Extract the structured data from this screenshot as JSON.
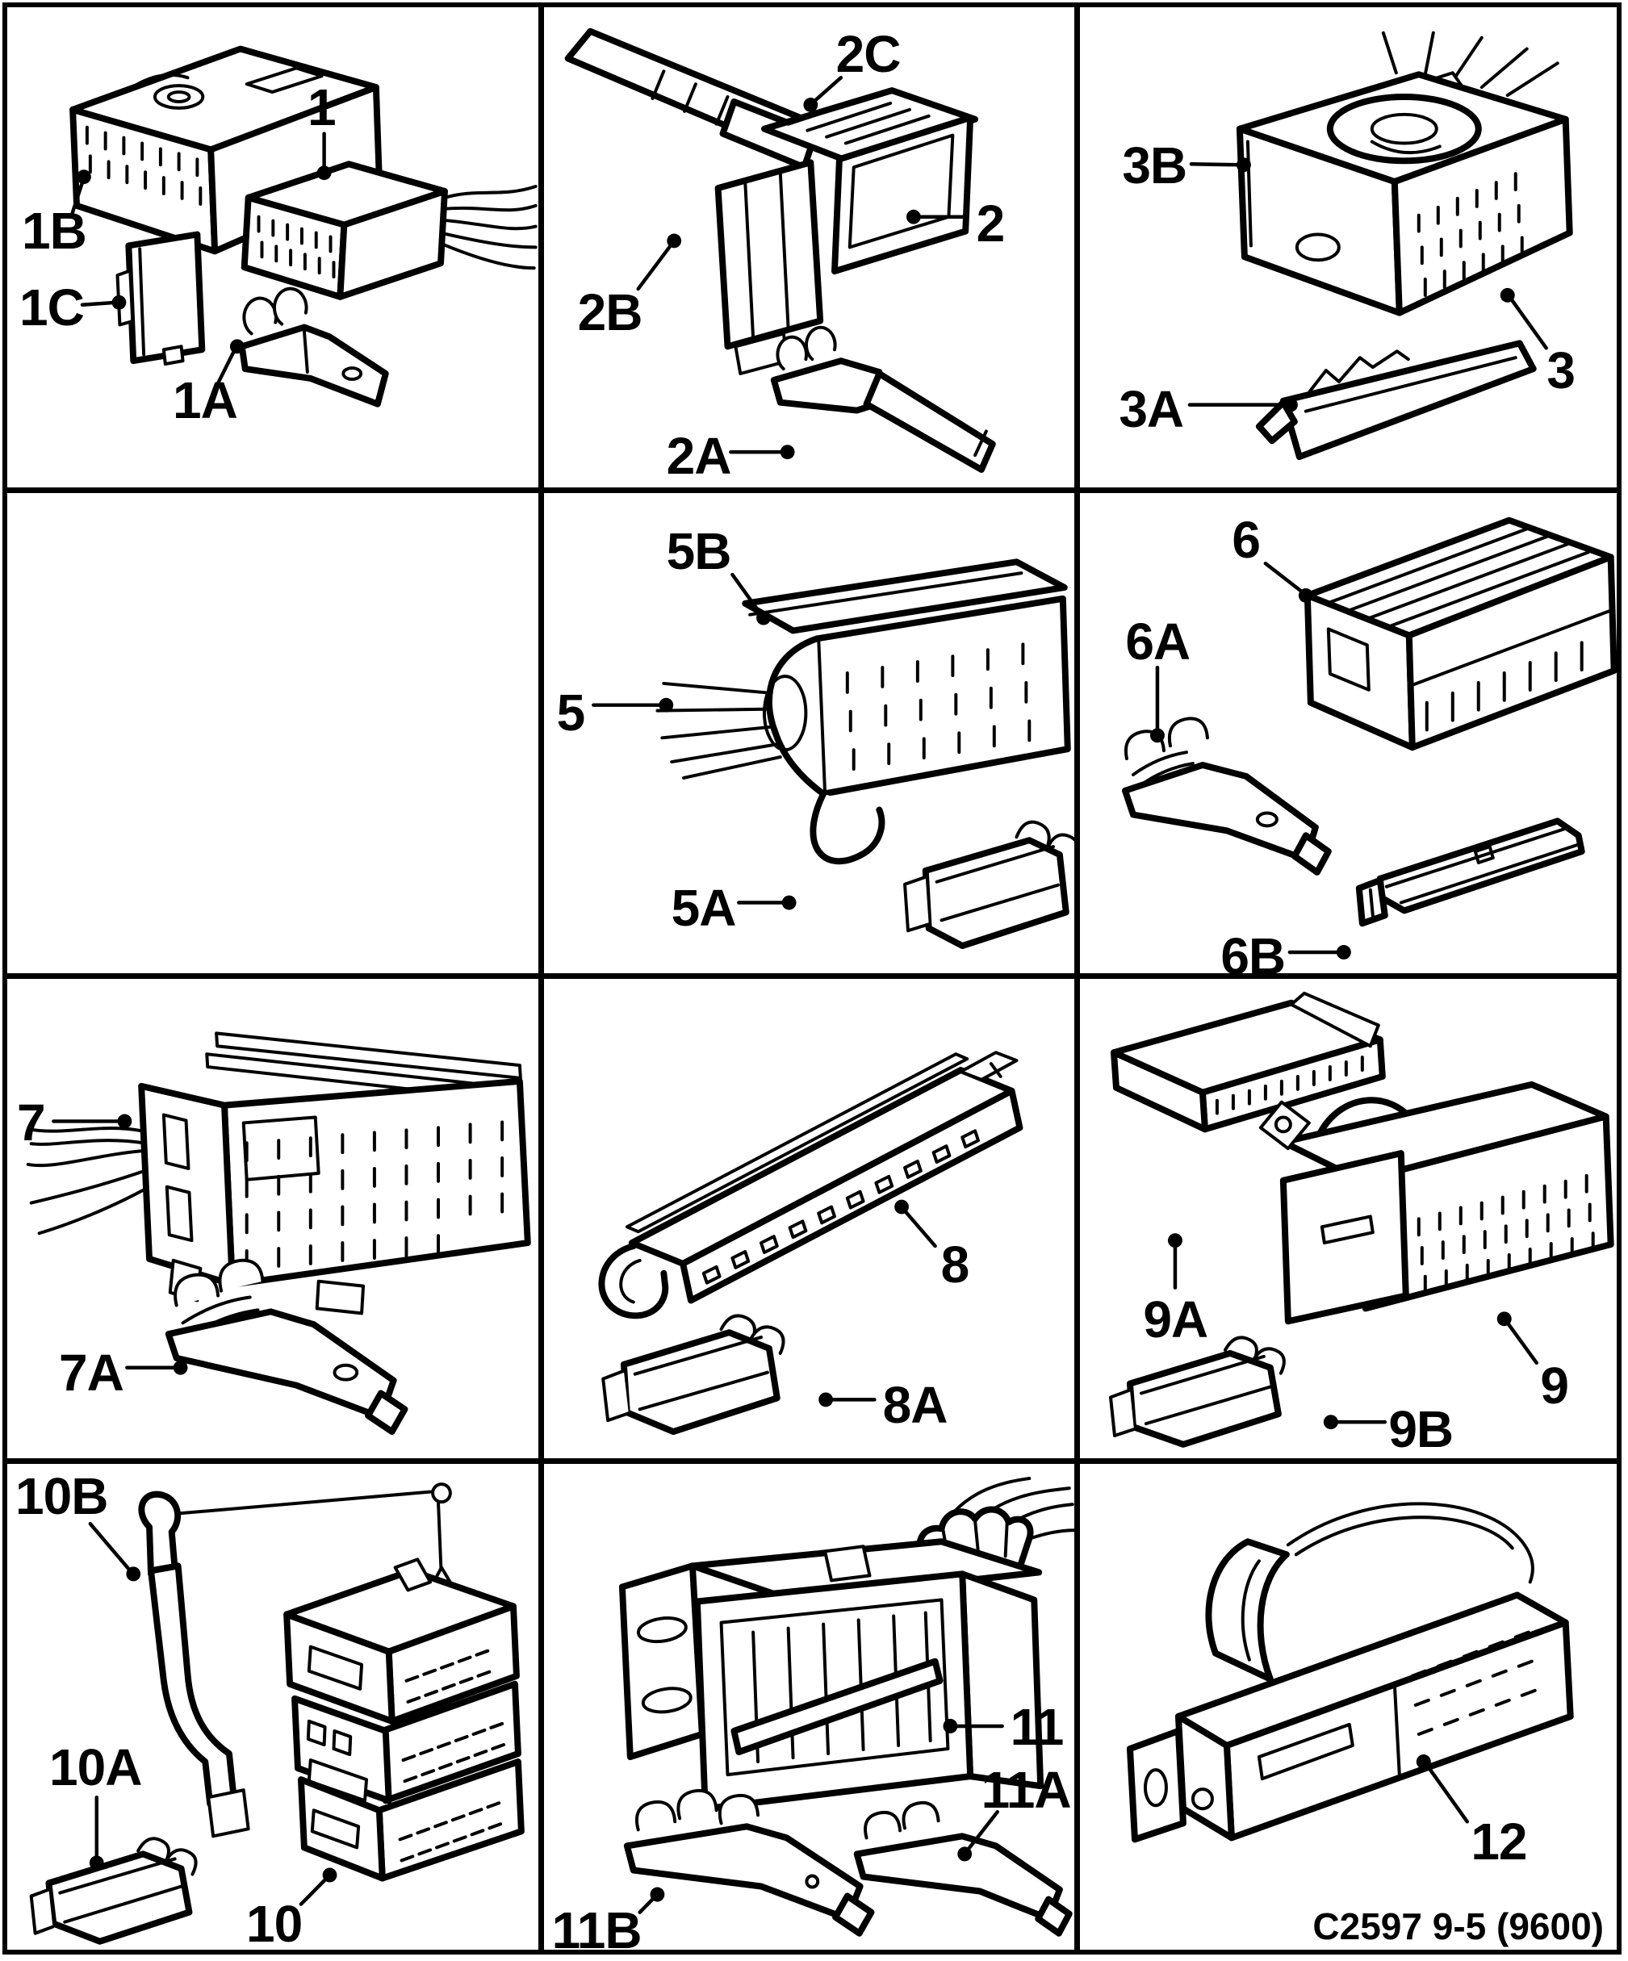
{
  "figure": {
    "type": "parts-diagram",
    "caption": "C2597 9-5 (9600)",
    "grid": {
      "rows": 4,
      "cols": 3
    },
    "colors": {
      "ink": "#000000",
      "paper": "#ffffff"
    },
    "cells": [
      {
        "name": "connector-group-1",
        "labels": [
          "1",
          "1A",
          "1B",
          "1C"
        ]
      },
      {
        "name": "connector-group-2",
        "labels": [
          "2",
          "2A",
          "2B",
          "2C"
        ]
      },
      {
        "name": "connector-group-3",
        "labels": [
          "3",
          "3A",
          "3B"
        ]
      },
      {
        "name": "empty-cell",
        "labels": []
      },
      {
        "name": "connector-group-5",
        "labels": [
          "5",
          "5A",
          "5B"
        ]
      },
      {
        "name": "connector-group-6",
        "labels": [
          "6",
          "6A",
          "6B"
        ]
      },
      {
        "name": "connector-group-7",
        "labels": [
          "7",
          "7A"
        ]
      },
      {
        "name": "connector-group-8",
        "labels": [
          "8",
          "8A"
        ]
      },
      {
        "name": "connector-group-9",
        "labels": [
          "9",
          "9A",
          "9B"
        ]
      },
      {
        "name": "connector-group-10",
        "labels": [
          "10",
          "10A",
          "10B"
        ]
      },
      {
        "name": "connector-group-11",
        "labels": [
          "11",
          "11A",
          "11B"
        ]
      },
      {
        "name": "connector-group-12",
        "labels": [
          "12"
        ]
      }
    ]
  }
}
